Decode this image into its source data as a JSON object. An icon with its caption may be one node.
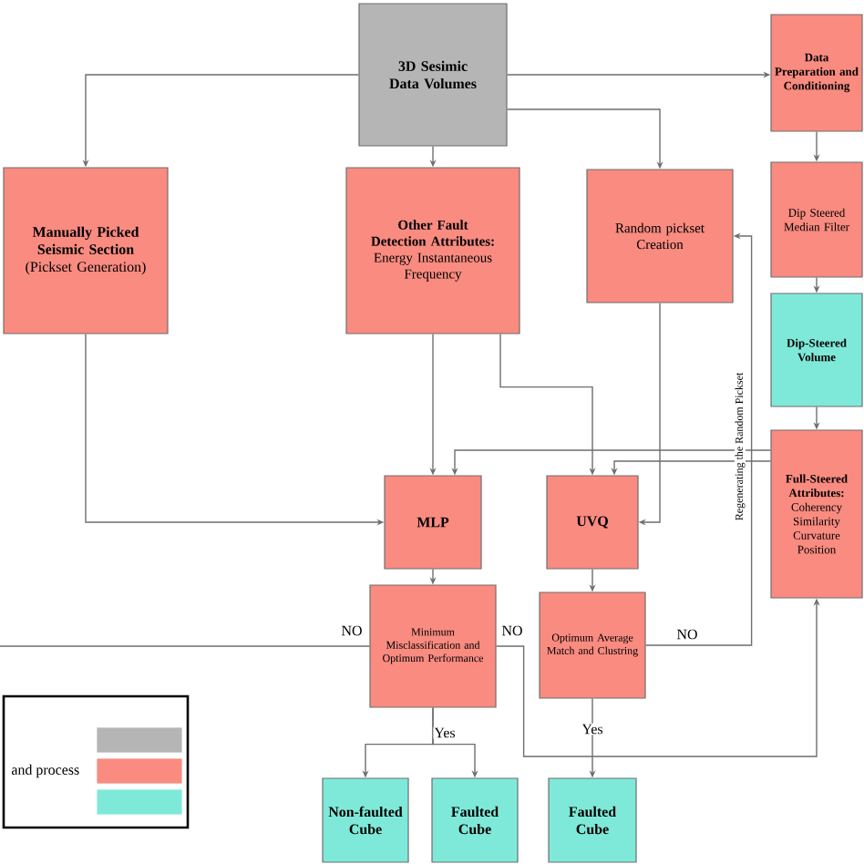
{
  "diagram": {
    "nodes": [
      {
        "text": [
          "3D Sesimic Data Volumes"
        ]
      },
      {
        "text": [
          "Data Preparation and Conditioning"
        ]
      },
      {
        "text": [
          "Manually Picked Seismic Section",
          "(Pickset Generation)"
        ]
      },
      {
        "text": [
          "Other Fault Detection Attributes:",
          "Energy Instantaneous Frequency"
        ]
      },
      {
        "text": [
          "Random pickset Creation"
        ]
      },
      {
        "text": [
          "Dip Steered Median Filter"
        ]
      },
      {
        "text": [
          "Dip-Steered Volume"
        ]
      },
      {
        "text": [
          "Full-Steered Attributes:",
          "Coherency Similarity Curvature Position"
        ]
      },
      {
        "text": [
          "MLP"
        ]
      },
      {
        "text": [
          "UVQ"
        ]
      },
      {
        "text": [
          "Minimum Misclassification and Optimum Performance"
        ]
      },
      {
        "text": [
          "Optimum Average Match and Clustring"
        ]
      },
      {
        "text": [
          "Non-faulted Cube"
        ]
      },
      {
        "text": [
          "Faulted Cube"
        ]
      },
      {
        "text": [
          "Faulted Cube"
        ]
      }
    ],
    "edges": [
      {
        "from": 0,
        "to": 2,
        "arrow": "to"
      },
      {
        "from": 0,
        "to": 3,
        "arrow": "to"
      },
      {
        "from": 0,
        "to": 4,
        "arrow": "to"
      },
      {
        "from": 0,
        "to": 1,
        "arrow": "to"
      },
      {
        "from": 1,
        "to": 5,
        "arrow": "to"
      },
      {
        "from": 5,
        "to": 6,
        "arrow": "to"
      },
      {
        "from": 6,
        "to": 7,
        "arrow": "to"
      },
      {
        "from": 2,
        "to": 8,
        "arrow": "to"
      },
      {
        "from": 3,
        "to": 8,
        "arrow": "to"
      },
      {
        "from": 3,
        "to": 9,
        "arrow": "to"
      },
      {
        "from": 4,
        "to": 9,
        "arrow": "to"
      },
      {
        "from": 7,
        "to": 8,
        "arrow": "to"
      },
      {
        "from": 7,
        "to": 9,
        "arrow": "to"
      },
      {
        "from": 8,
        "to": 10,
        "arrow": "to"
      },
      {
        "from": 9,
        "to": 11,
        "arrow": "to"
      },
      {
        "from": 10,
        "to": 12,
        "arrow": "to",
        "label": "Yes"
      },
      {
        "from": 10,
        "to": 13,
        "arrow": "to"
      },
      {
        "from": 11,
        "to": 14,
        "arrow": "to",
        "label": "Yes"
      },
      {
        "from": 10,
        "to": null,
        "arrow": "none",
        "label": "NO"
      },
      {
        "from": 10,
        "to": 7,
        "arrow": "to",
        "label": "NO"
      },
      {
        "from": 11,
        "to": 4,
        "arrow": "to",
        "label": "NO"
      }
    ],
    "labels": [
      "Regenerating the Random Pickset"
    ],
    "legend": [
      {
        "text": "and process",
        "color": "#f98b80"
      }
    ]
  }
}
